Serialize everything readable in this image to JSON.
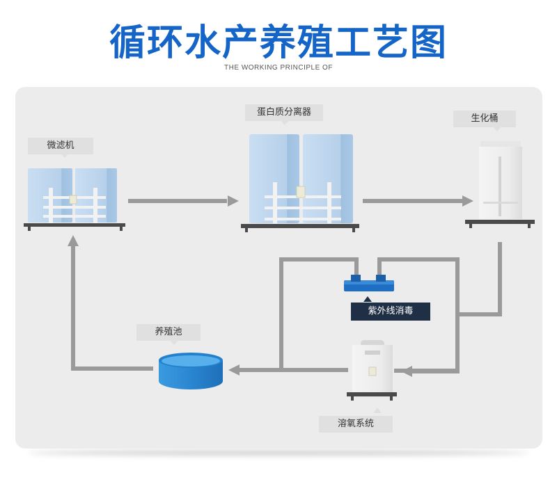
{
  "header": {
    "title": "循环水产养殖工艺图",
    "subtitle": "THE WORKING PRINCIPLE OF"
  },
  "equipment": {
    "microfilter": "微滤机",
    "protein_skimmer": "蛋白质分离器",
    "bio_bucket": "生化桶",
    "uv_sterilizer": "紫外线消毒",
    "breeding_pool": "养殖池",
    "oxygen_system": "溶氧系统"
  },
  "colors": {
    "title": "#1565c8",
    "panel": "#ececec",
    "pipe": "#9a9a9a",
    "tank": "#b8d3ec",
    "pool": "#2f8fd6",
    "uv": "#1e6fc4",
    "label_dark": "#1f2f45"
  }
}
